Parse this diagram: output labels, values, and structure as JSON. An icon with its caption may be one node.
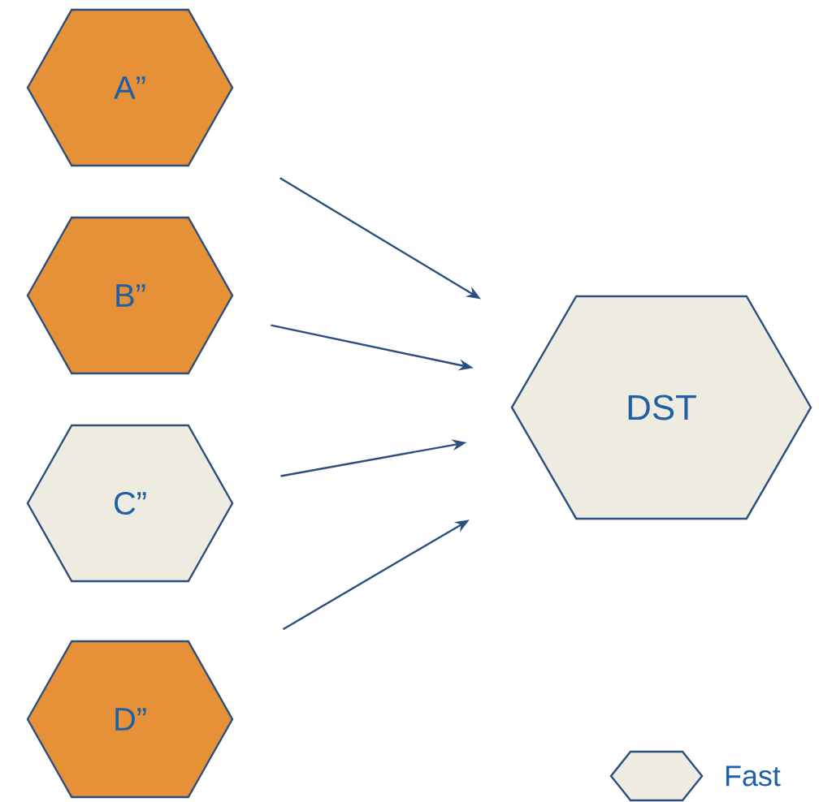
{
  "diagram": {
    "nodes": [
      {
        "text": [
          "A”"
        ]
      },
      {
        "text": [
          "B”"
        ]
      },
      {
        "text": [
          "C”"
        ]
      },
      {
        "text": [
          "D”"
        ]
      },
      {
        "text": [
          "DST"
        ]
      }
    ],
    "edges": [
      {
        "from": 0,
        "to": 4,
        "arrow": "to"
      },
      {
        "from": 1,
        "to": 4,
        "arrow": "to"
      },
      {
        "from": 2,
        "to": 4,
        "arrow": "to"
      },
      {
        "from": 3,
        "to": 4,
        "arrow": "to"
      }
    ],
    "legend": [
      {
        "text": "Fast"
      }
    ]
  }
}
